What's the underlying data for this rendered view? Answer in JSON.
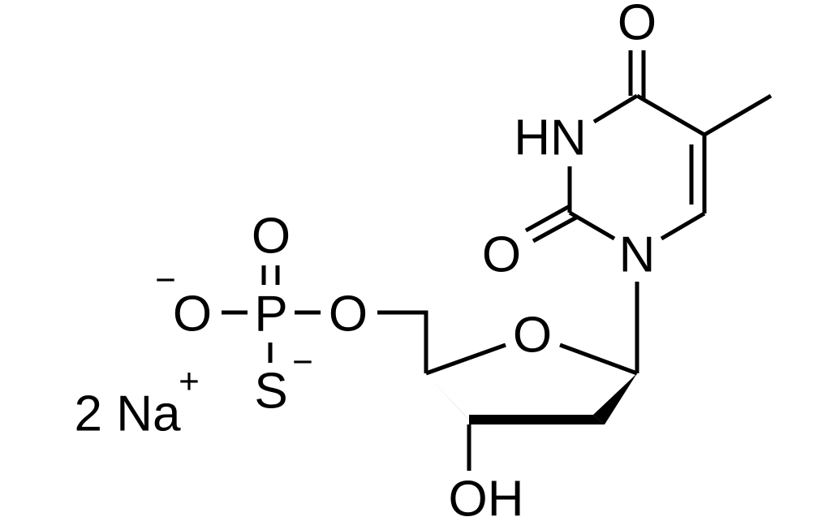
{
  "molecule": {
    "atoms": {
      "o_minus": "O",
      "phosphorus": "P",
      "o_ester": "O",
      "o_double": "O",
      "sulfur": "S",
      "ring_oxygen": "O",
      "hydroxyl": "OH",
      "n1": "N",
      "n3": "HN",
      "o2": "O",
      "o4": "O"
    },
    "charges": {
      "o_minus": "−",
      "s_minus": "−",
      "na_plus": "+"
    },
    "counterion": "2 Na",
    "colors": {
      "ink": "#000000",
      "background": "#ffffff"
    }
  }
}
